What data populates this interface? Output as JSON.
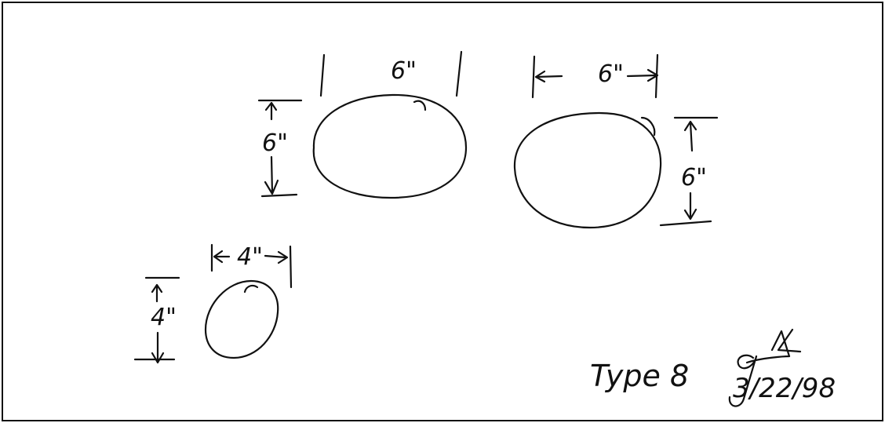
{
  "figure": {
    "ink_color": "#111111",
    "background": "#ffffff"
  },
  "circles": [
    {
      "id": "large-left",
      "width_label": "6\"",
      "height_label": "6\""
    },
    {
      "id": "large-right",
      "width_label": "6\"",
      "height_label": "6\""
    },
    {
      "id": "small",
      "width_label": "4\"",
      "height_label": "4\""
    }
  ],
  "annotation": {
    "type_label": "Type 8",
    "date": "3/22/98"
  }
}
